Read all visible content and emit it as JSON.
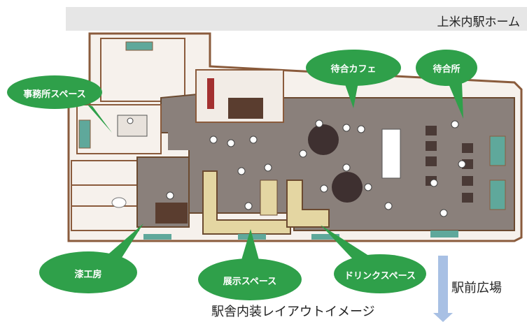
{
  "header": {
    "station_home": "上米内駅ホーム"
  },
  "zones": {
    "office": "事務所スペース",
    "cafe": "待合カフェ",
    "waiting": "待合所",
    "lacquer": "漆工房",
    "exhibit": "展示スペース",
    "drink": "ドリンクスペース"
  },
  "plaza_label": "駅前広場",
  "caption": "駅舎内装レイアウトイメージ",
  "colors": {
    "bubble_green": "#2fa04a",
    "floor": "#8a807b",
    "wall": "#f6f1ec",
    "wall_edge": "#8a5b3c",
    "arrow": "#a8c0e4"
  }
}
